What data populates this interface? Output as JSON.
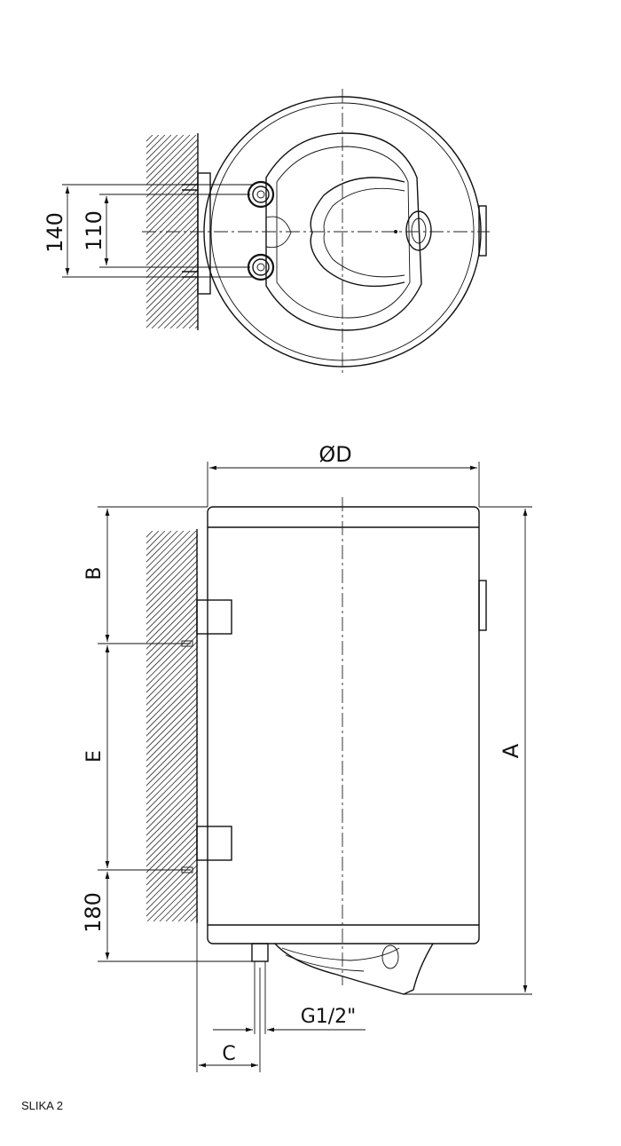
{
  "top_view": {
    "dims": {
      "outer": "140",
      "inner": "110"
    }
  },
  "side_view": {
    "dims": {
      "diameter": "ØD",
      "height": "A",
      "top_to_bracket": "B",
      "bracket_spacing": "E",
      "bottom": "180",
      "pipe_offset": "C",
      "thread": "G1/2\""
    }
  },
  "caption": "SLIKA 2"
}
